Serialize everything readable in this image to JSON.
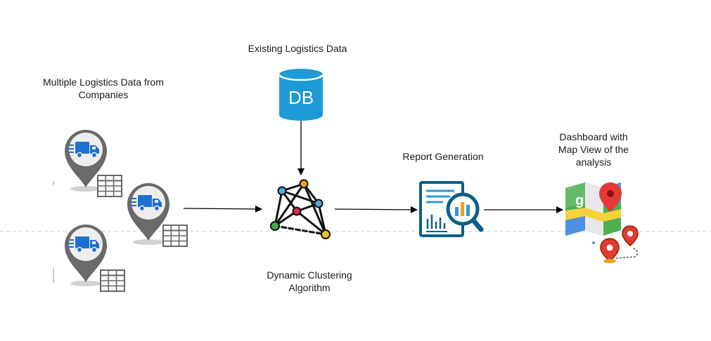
{
  "labels": {
    "companies": "Multiple Logistics Data from\nCompanies",
    "existing": "Existing Logistics Data",
    "db_text": "DB",
    "clustering": "Dynamic Clustering\nAlgorithm",
    "report": "Report Generation",
    "dashboard": "Dashboard with\nMap View of the\nanalysis"
  },
  "colors": {
    "db": "#1e9ad6",
    "truck": "#1f6fd1",
    "pin": "#666666",
    "pin_inner": "#e9e9e9",
    "grid": "#666666",
    "arrow": "#000000",
    "dashed": "#c8c8c8",
    "node_blue": "#5aa9d6",
    "node_orange": "#f0a020",
    "node_red": "#d8304a",
    "node_green": "#3cb04a",
    "node_yellow": "#f3c12e",
    "report_dark": "#0d5e8a",
    "report_light": "#2b9bd6",
    "map_green": "#4caf50",
    "map_yellow": "#f6d23a",
    "map_blue": "#4a90e2",
    "map_red": "#e53935"
  },
  "icons": {
    "companies": "truck-location-pin-icon",
    "database": "database-icon",
    "clustering": "network-graph-icon",
    "report": "report-magnifier-icon",
    "map": "map-with-pins-icon"
  }
}
